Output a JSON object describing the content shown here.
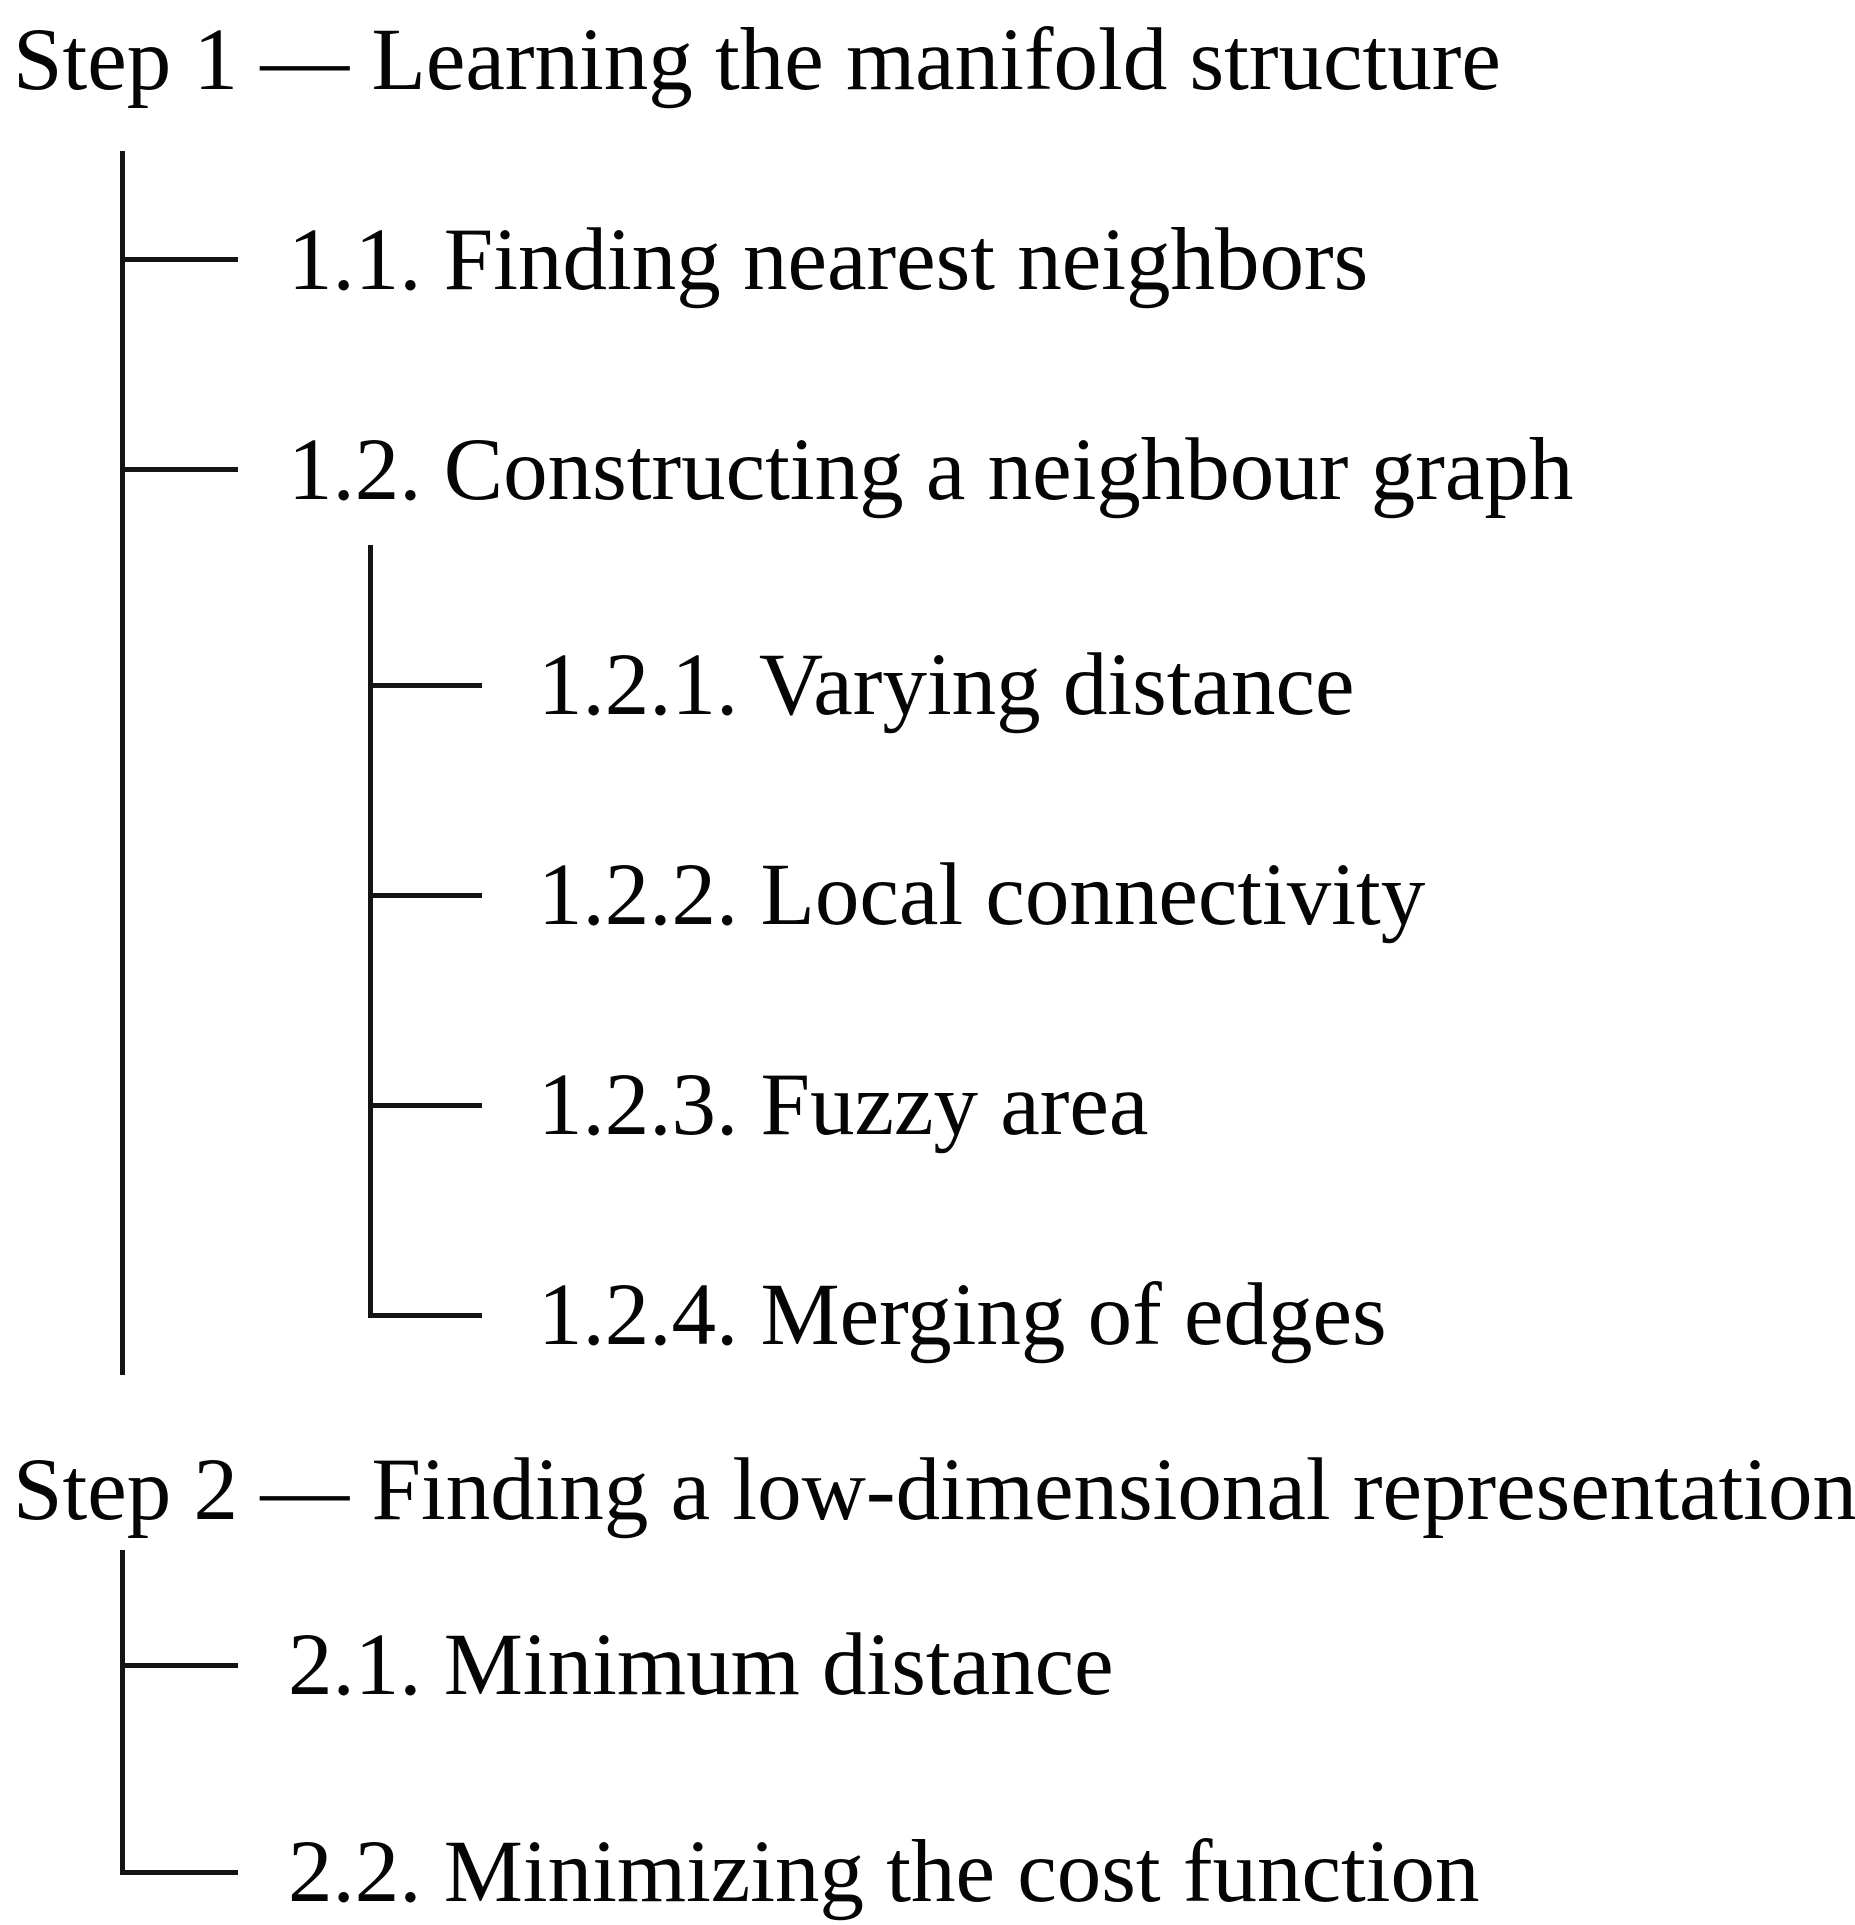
{
  "colors": {
    "background": "#ffffff",
    "text": "#050505",
    "line": "#141414"
  },
  "tree": {
    "step1": {
      "title": "Step 1 — Learning the manifold structure",
      "children": [
        {
          "label": "1.1. Finding nearest neighbors",
          "children": []
        },
        {
          "label": "1.2. Constructing a neighbour graph",
          "children": [
            {
              "label": "1.2.1. Varying distance"
            },
            {
              "label": "1.2.2. Local connectivity"
            },
            {
              "label": "1.2.3. Fuzzy area"
            },
            {
              "label": "1.2.4. Merging of edges"
            }
          ]
        }
      ]
    },
    "step2": {
      "title": "Step 2 — Finding a low-dimensional representation",
      "children": [
        {
          "label": "2.1. Minimum distance",
          "children": []
        },
        {
          "label": "2.2. Minimizing the cost function",
          "children": []
        }
      ]
    }
  }
}
